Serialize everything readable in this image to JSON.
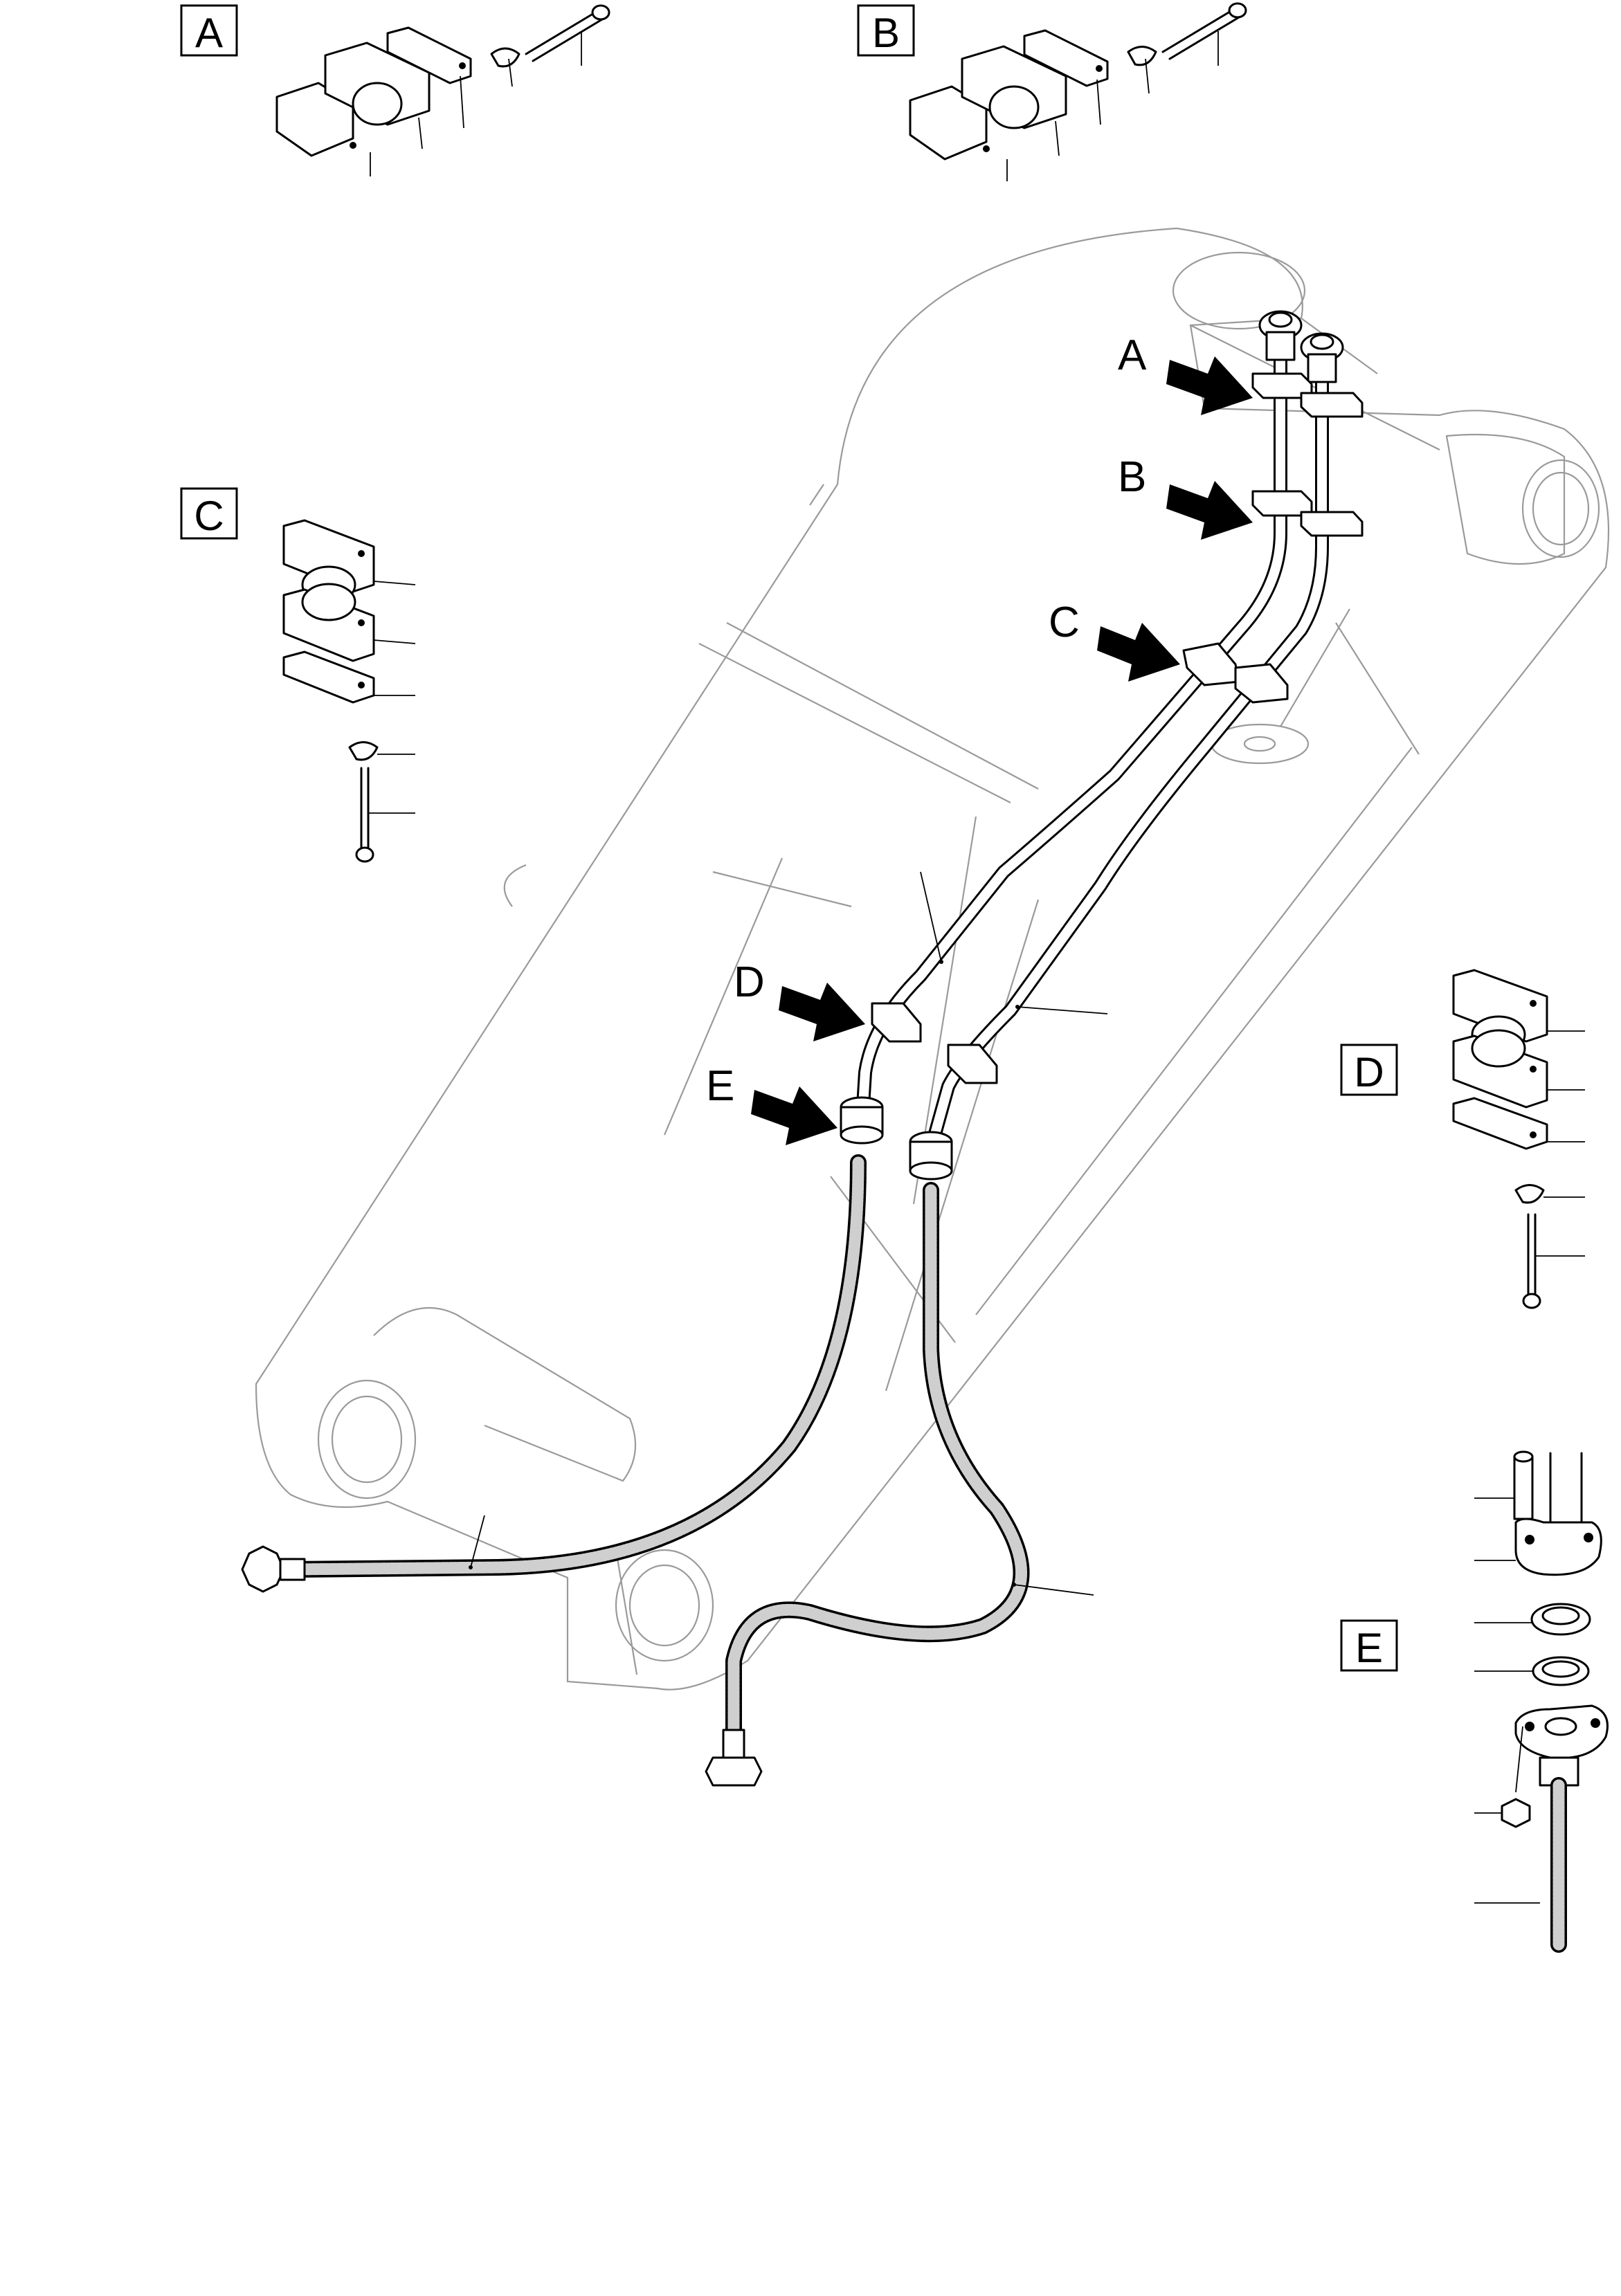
{
  "detail_labels": {
    "a": "A",
    "b": "B",
    "c": "C",
    "d": "D",
    "e": "E"
  },
  "callout_labels": {
    "a": "A",
    "b": "B",
    "c": "C",
    "d": "D",
    "e": "E"
  },
  "colors": {
    "ink": "#000000",
    "ghost_outline": "#9a9a9a",
    "background": "#ffffff"
  }
}
